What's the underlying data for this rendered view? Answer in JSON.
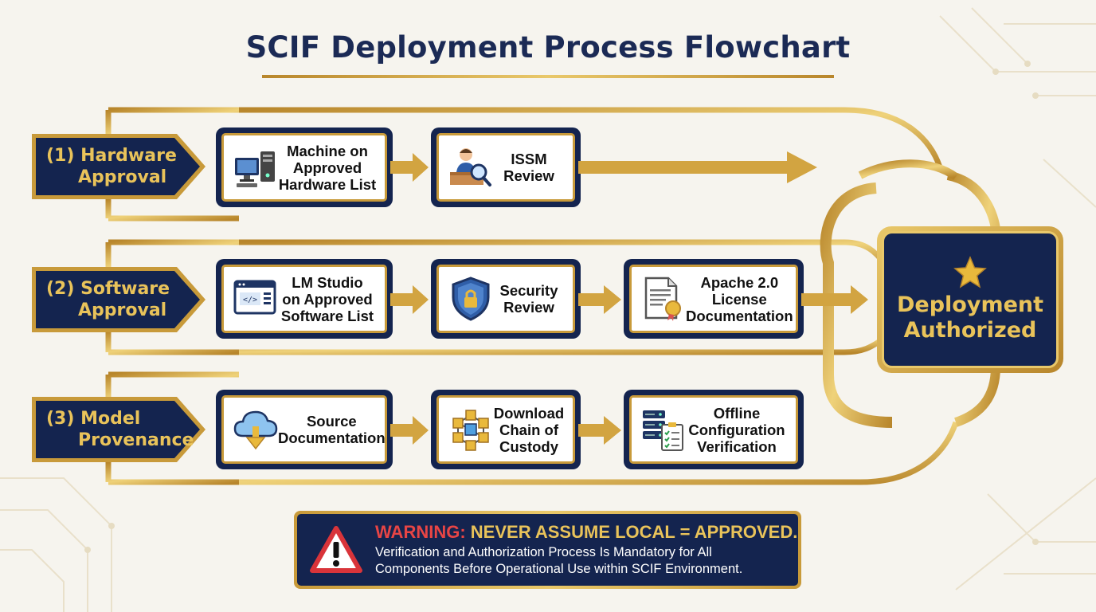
{
  "title": "SCIF Deployment Process Flowchart",
  "tracks": [
    {
      "label_line1": "(1) Hardware",
      "label_line2": "Approval",
      "steps": [
        {
          "text": "Machine on\nApproved\nHardware List",
          "icon": "desktop-computer-icon"
        },
        {
          "text": "ISSM\nReview",
          "icon": "reviewer-magnifier-icon"
        }
      ]
    },
    {
      "label_line1": "(2) Software",
      "label_line2": "Approval",
      "steps": [
        {
          "text": "LM Studio\non Approved\nSoftware List",
          "icon": "code-window-icon"
        },
        {
          "text": "Security\nReview",
          "icon": "shield-lock-icon"
        },
        {
          "text": "Apache 2.0\nLicense\nDocumentation",
          "icon": "certificate-document-icon"
        }
      ]
    },
    {
      "label_line1": "(3) Model",
      "label_line2": "Provenance",
      "steps": [
        {
          "text": "Source\nDocumentation",
          "icon": "cloud-download-icon"
        },
        {
          "text": "Download\nChain of\nCustody",
          "icon": "blockchain-cubes-icon"
        },
        {
          "text": "Offline\nConfiguration\nVerification",
          "icon": "server-checklist-icon"
        }
      ]
    }
  ],
  "final": {
    "text": "Deployment\nAuthorized",
    "icon": "star-icon"
  },
  "warning": {
    "prefix": "WARNING:",
    "message": "NEVER ASSUME LOCAL = APPROVED.",
    "body": "Verification and Authorization Process Is Mandatory for All\nComponents Before Operational Use within SCIF Environment.",
    "icon": "warning-triangle-icon"
  },
  "colors": {
    "navy": "#14244f",
    "gold": "#c89a3a",
    "gold_light": "#e9c86a",
    "warning_red": "#e84545"
  }
}
